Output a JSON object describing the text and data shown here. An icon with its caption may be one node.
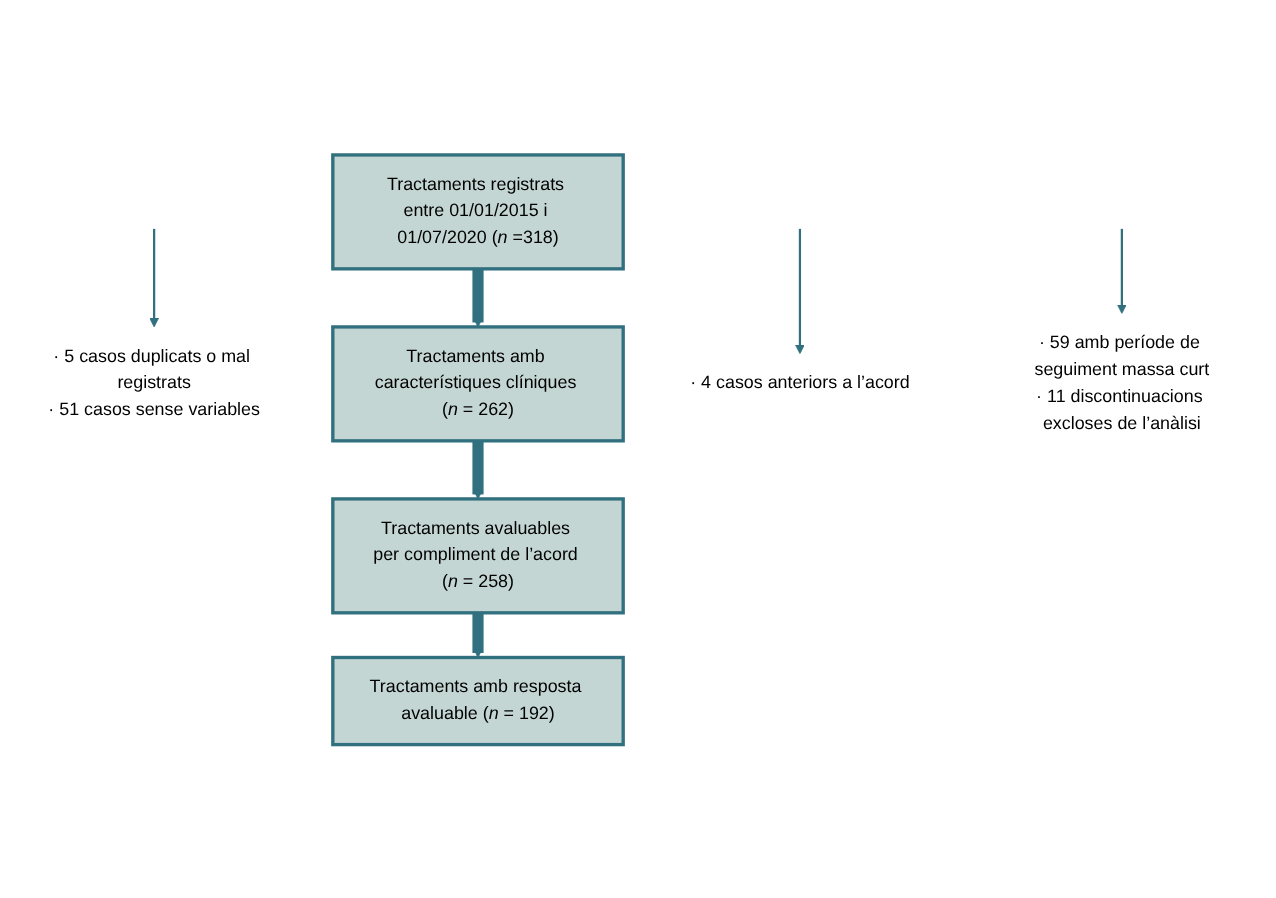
{
  "diagram": {
    "nodes": [
      {
        "text": [
          "Tractaments registrats entre 01/01/2015 i 01/07/2020 (*n* =318)"
        ]
      },
      {
        "text": [
          "· 5 casos duplicats o mal registrats",
          "· 51 casos sense variables"
        ]
      },
      {
        "text": [
          "Tractaments amb característiques clíniques (*n* = 262)"
        ]
      },
      {
        "text": [
          "· 4 casos anteriors a l’acord"
        ]
      },
      {
        "text": [
          "Tractaments avaluables per compliment de l’acord (*n* = 258)"
        ]
      },
      {
        "text": [
          "· 59 amb període de seguiment massa curt",
          "· 11 discontinuacions excloses de l’anàlisi"
        ]
      },
      {
        "text": [
          "Tractaments amb resposta avaluable (*n* = 192)"
        ]
      }
    ],
    "edges": [
      {
        "from": 0,
        "to": 2,
        "arrow": "to",
        "style": "thick"
      },
      {
        "from": null,
        "to": 1,
        "arrow": "to"
      },
      {
        "from": 2,
        "to": 4,
        "arrow": "to",
        "style": "thick"
      },
      {
        "from": null,
        "to": 3,
        "arrow": "to"
      },
      {
        "from": 4,
        "to": 6,
        "arrow": "to",
        "style": "thick"
      },
      {
        "from": null,
        "to": 5,
        "arrow": "to"
      }
    ]
  }
}
